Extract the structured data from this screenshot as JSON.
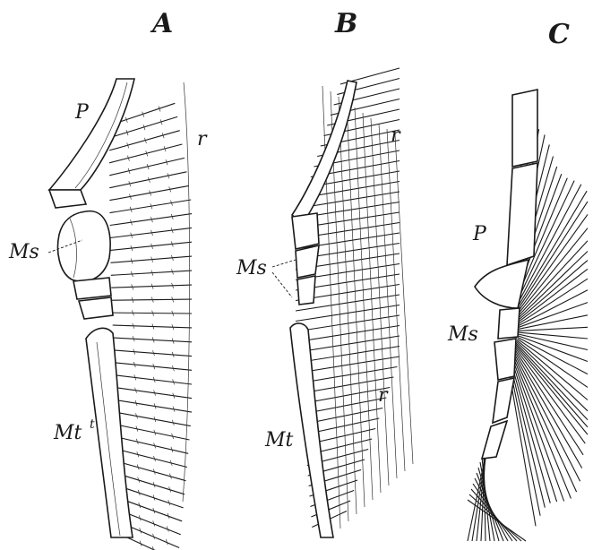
{
  "figure": {
    "panels": [
      {
        "id": "A",
        "letter": "A",
        "labels": {
          "propterygium": "P",
          "mesopterygium": "Ms",
          "metapterygium": "Mt",
          "metapterygium_sup": "t",
          "rays": "r"
        }
      },
      {
        "id": "B",
        "letter": "B",
        "labels": {
          "mesopterygium": "Ms",
          "metapterygium": "Mt",
          "rays_upper": "r",
          "rays_lower": "r"
        }
      },
      {
        "id": "C",
        "letter": "C",
        "labels": {
          "propterygium": "P",
          "mesopterygium": "Ms"
        }
      }
    ],
    "ink_color": "#1a1a1a",
    "paper_color": "#ffffff"
  }
}
